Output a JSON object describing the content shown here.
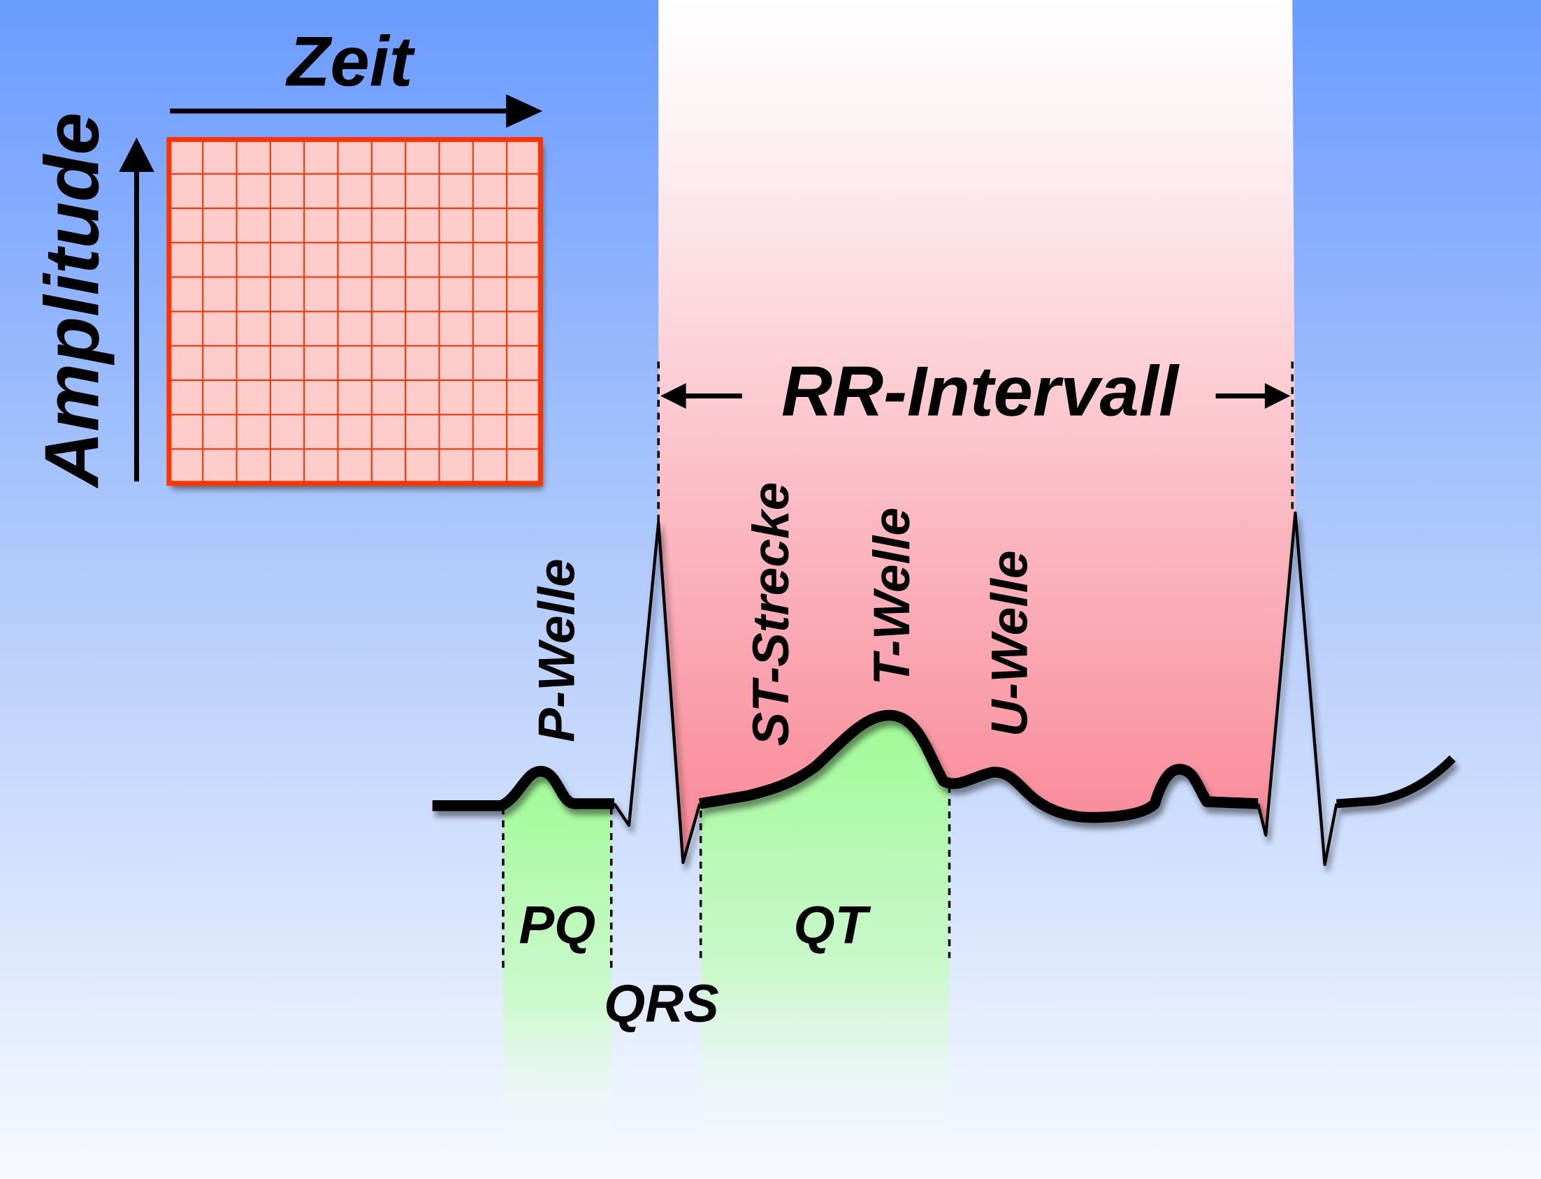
{
  "axes": {
    "time_label": "Zeit",
    "amplitude_label": "Amplitude"
  },
  "interval": {
    "rr_label": "RR-Intervall"
  },
  "waves": {
    "p_wave": "P-Welle",
    "st_segment": "ST-Strecke",
    "t_wave": "T-Welle",
    "u_wave": "U-Welle"
  },
  "segments": {
    "pq": "PQ",
    "qrs": "QRS",
    "qt": "QT"
  },
  "colors": {
    "background_top": "#6a9bff",
    "background_bottom": "#f6f8ff",
    "rr_band": "#f98a9a",
    "interval_green": "#9ffb94",
    "grid_red": "#ff3300",
    "grid_fill": "#ffcccc"
  }
}
